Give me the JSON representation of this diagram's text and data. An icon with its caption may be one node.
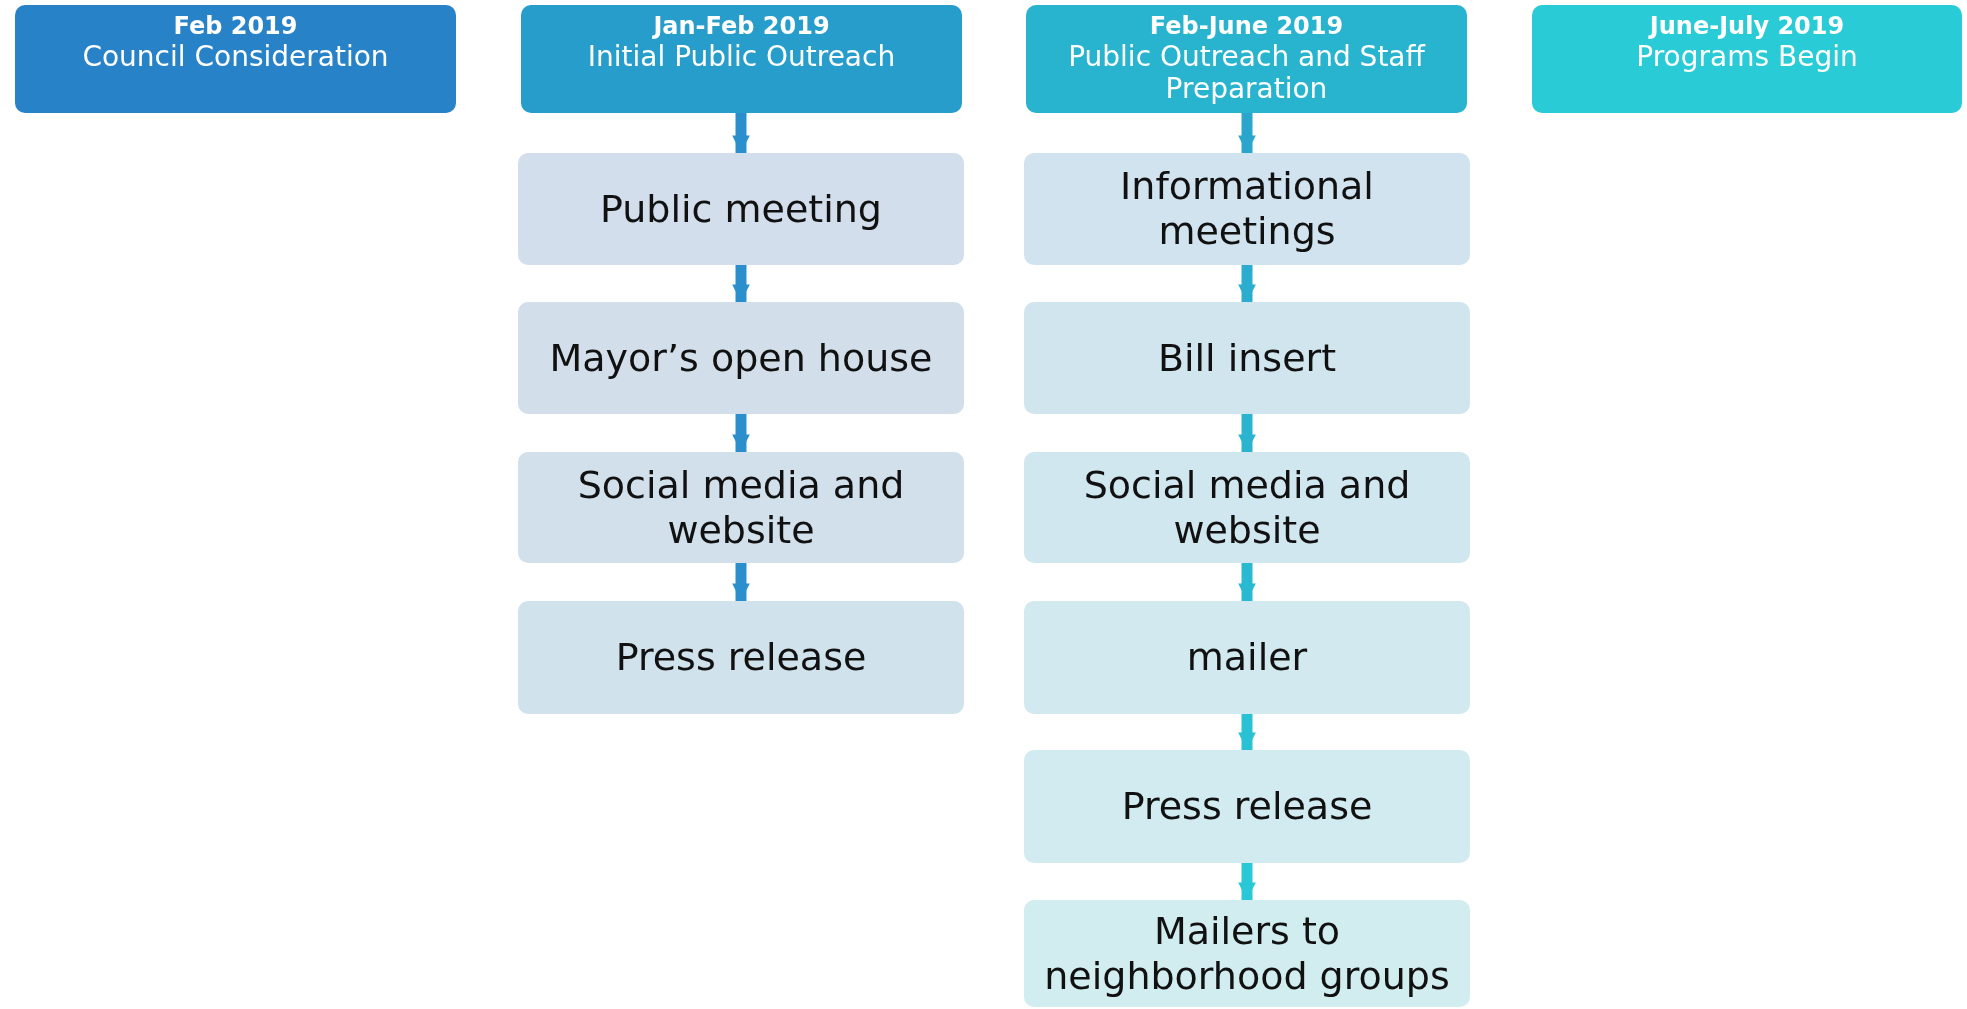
{
  "diagram": {
    "nodes": [
      {
        "text": [
          "Feb 2019",
          "Council Consideration"
        ]
      },
      {
        "text": [
          "Jan-Feb 2019",
          "Initial Public Outreach"
        ]
      },
      {
        "text": [
          "Public meeting"
        ]
      },
      {
        "text": [
          "Mayor’s open house"
        ]
      },
      {
        "text": [
          "Social media and website"
        ]
      },
      {
        "text": [
          "Press release"
        ]
      },
      {
        "text": [
          "Feb-June 2019",
          "Public Outreach and Staff Preparation"
        ]
      },
      {
        "text": [
          "Informational meetings"
        ]
      },
      {
        "text": [
          "Bill insert"
        ]
      },
      {
        "text": [
          "Social media and website"
        ]
      },
      {
        "text": [
          "mailer"
        ]
      },
      {
        "text": [
          "Press release"
        ]
      },
      {
        "text": [
          "Mailers to neighborhood groups"
        ]
      },
      {
        "text": [
          "June-July 2019",
          "Programs Begin"
        ]
      }
    ],
    "edges": [
      {
        "from": 1,
        "to": 2,
        "arrow": "to"
      },
      {
        "from": 2,
        "to": 3,
        "arrow": "to"
      },
      {
        "from": 3,
        "to": 4,
        "arrow": "to"
      },
      {
        "from": 4,
        "to": 5,
        "arrow": "to"
      },
      {
        "from": 6,
        "to": 7,
        "arrow": "to"
      },
      {
        "from": 7,
        "to": 8,
        "arrow": "to"
      },
      {
        "from": 8,
        "to": 9,
        "arrow": "to"
      },
      {
        "from": 9,
        "to": 10,
        "arrow": "to"
      },
      {
        "from": 10,
        "to": 11,
        "arrow": "to"
      },
      {
        "from": 11,
        "to": 12,
        "arrow": "to"
      }
    ]
  }
}
